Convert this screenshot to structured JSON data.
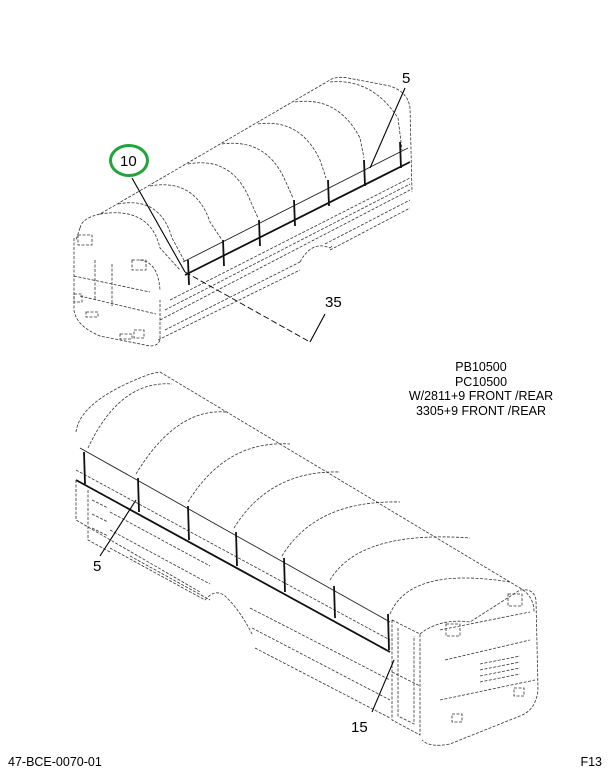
{
  "diagram": {
    "type": "parts-exploded-view",
    "subject": "school bus body panels",
    "callouts": [
      {
        "id": "callout-5-top",
        "label": "5",
        "highlighted": false
      },
      {
        "id": "callout-10",
        "label": "10",
        "highlighted": true
      },
      {
        "id": "callout-35",
        "label": "35",
        "highlighted": false
      },
      {
        "id": "callout-5-bottom",
        "label": "5",
        "highlighted": false
      },
      {
        "id": "callout-15",
        "label": "15",
        "highlighted": false
      }
    ],
    "highlight_color": "#1fa53a",
    "note_lines": [
      "PB10500",
      "PC10500",
      "W/2811+9 FRONT /REAR",
      "3305+9 FRONT /REAR"
    ]
  },
  "footer": {
    "drawing_number": "47-BCE-0070-01",
    "page_code": "F13"
  }
}
